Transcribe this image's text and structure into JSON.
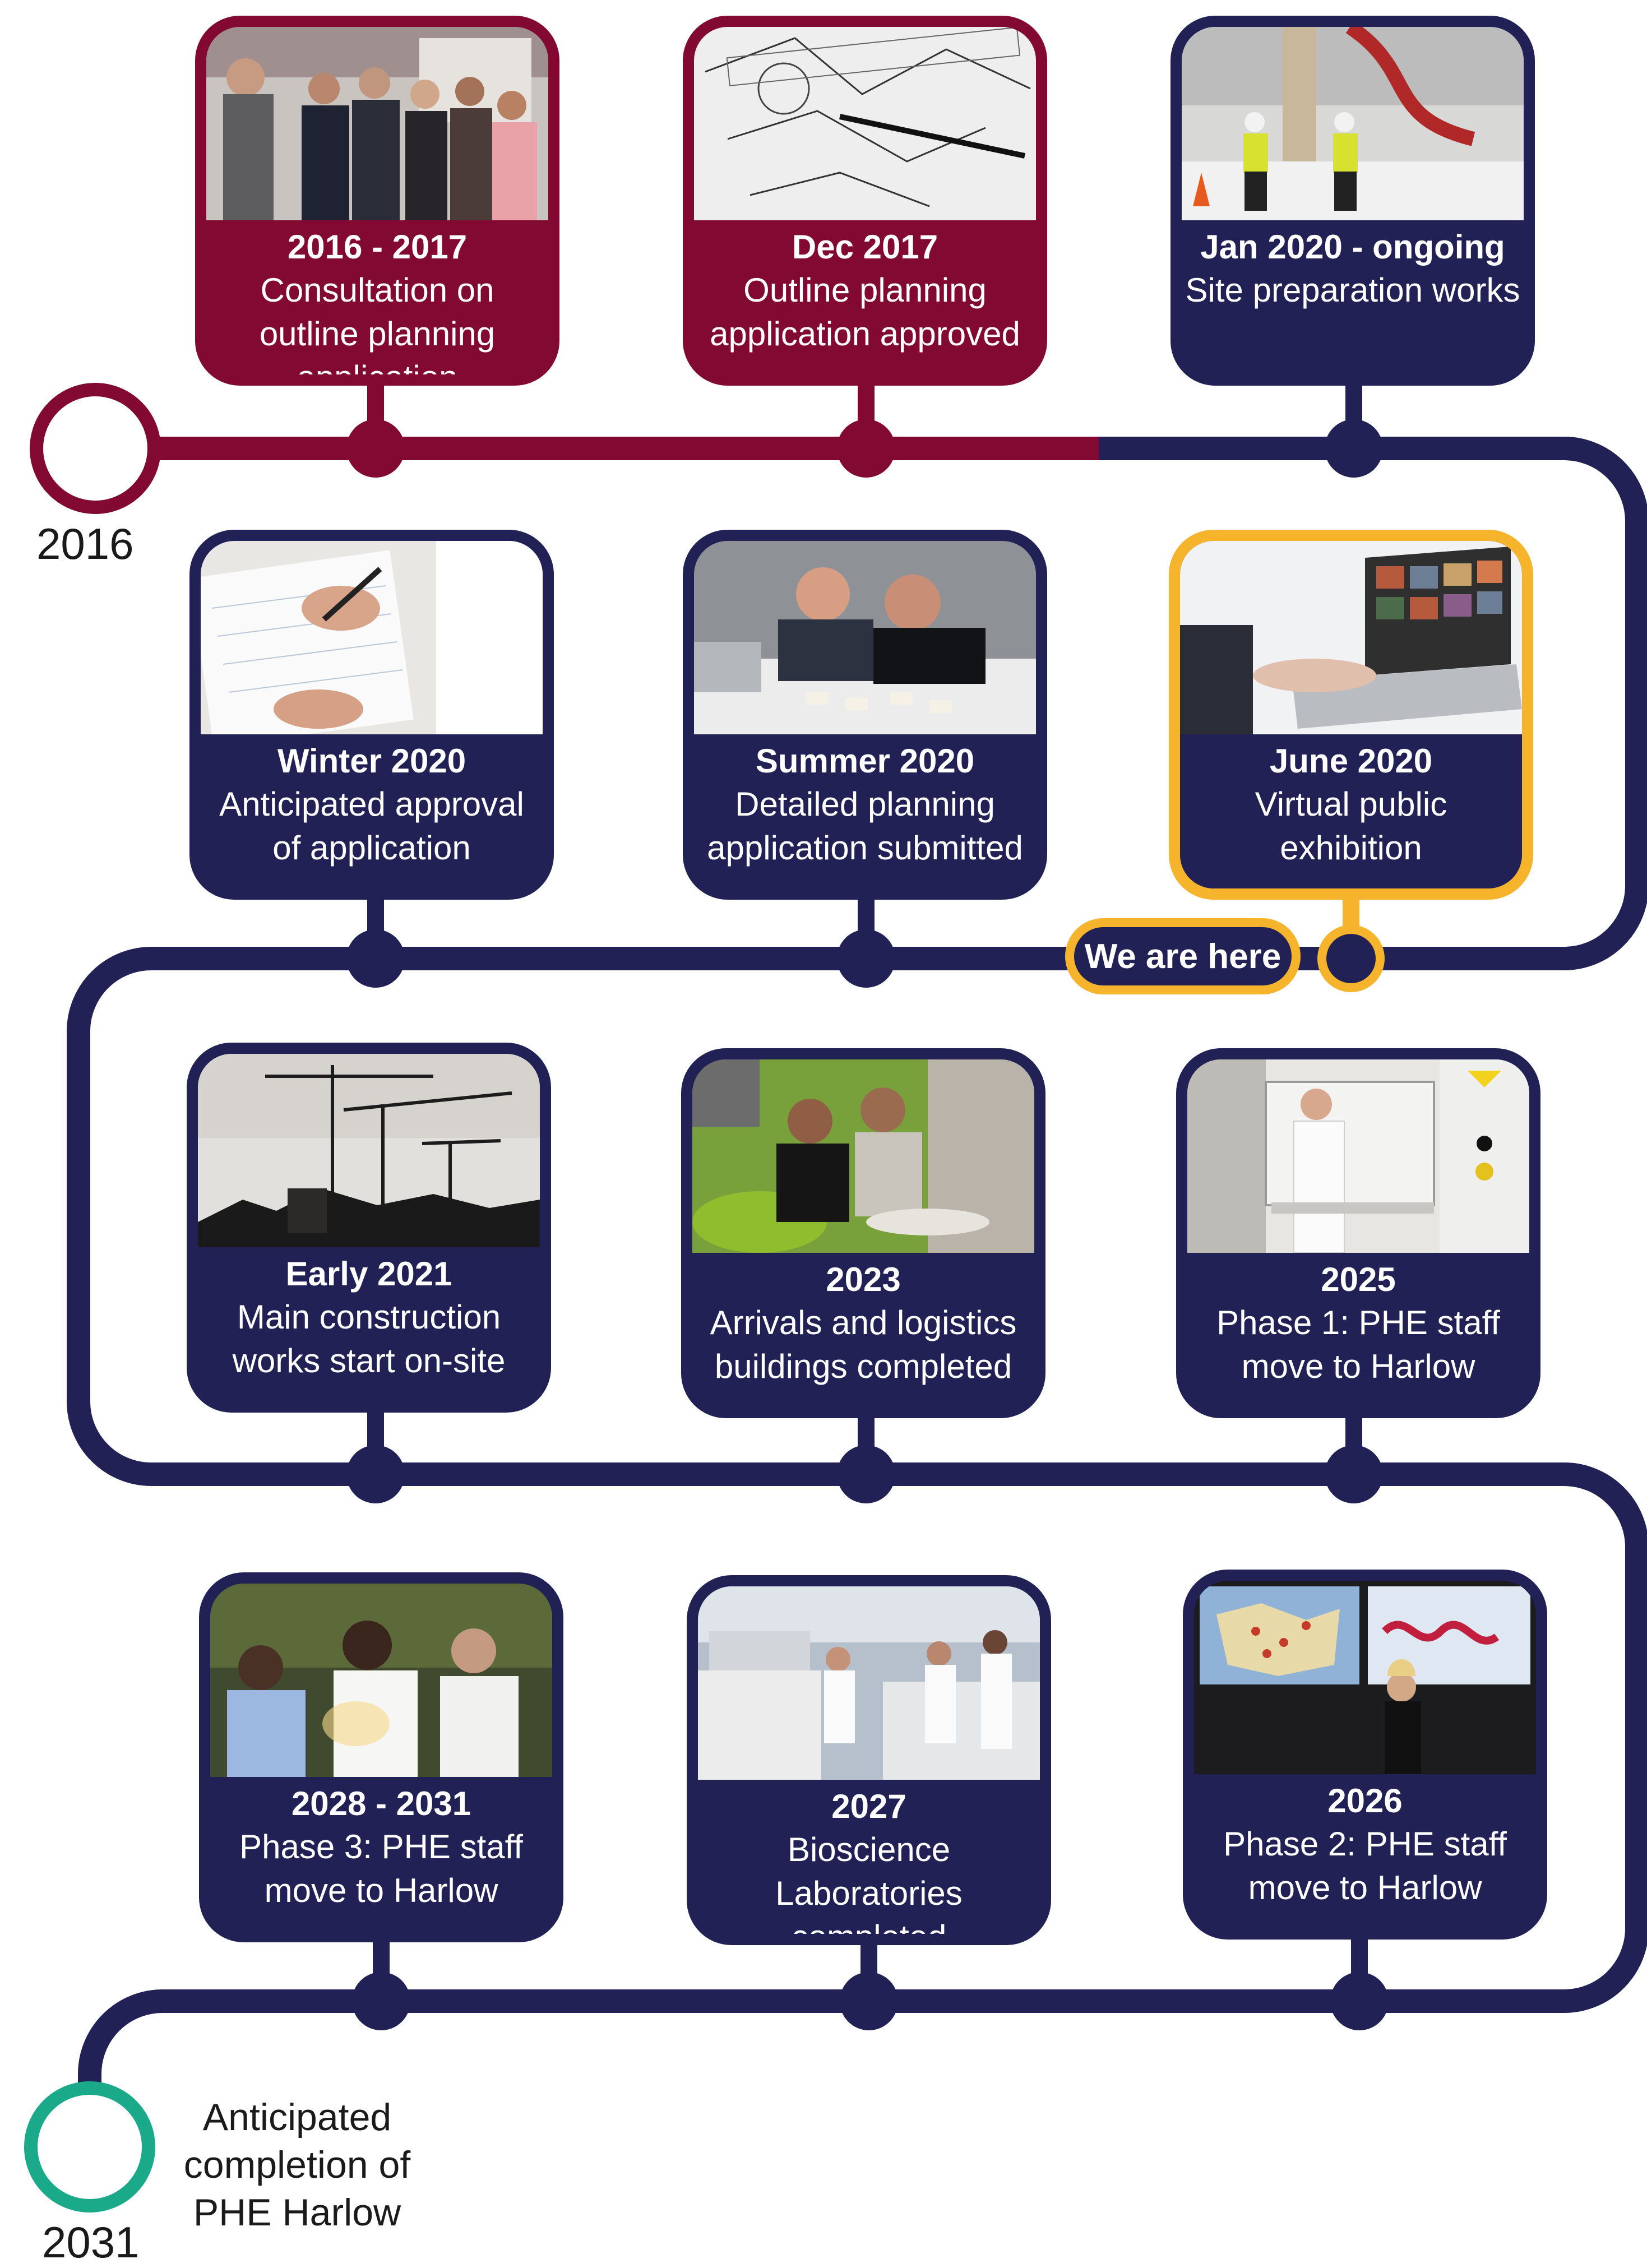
{
  "start_year": "2016",
  "end_year": "2031",
  "final_milestone": "Anticipated completion of PHE Harlow",
  "you_are_here": "We are here",
  "colors": {
    "past": "#820a32",
    "future": "#222155",
    "current": "#f6b42c",
    "completion": "#1aaa8a"
  },
  "milestones": [
    {
      "date": "2016 - 2017",
      "description": "Consultation on outline planning application",
      "status": "past",
      "image": "exhibition-visitors"
    },
    {
      "date": "Dec 2017",
      "description": "Outline planning application approved",
      "status": "past",
      "image": "architectural-sketch"
    },
    {
      "date": "Jan 2020 - ongoing",
      "description": "Site preparation works",
      "status": "future",
      "image": "site-workers"
    },
    {
      "date": "June 2020",
      "description": "Virtual public exhibition",
      "status": "current",
      "image": "laptop"
    },
    {
      "date": "Summer 2020",
      "description": "Detailed planning application submitted",
      "status": "future",
      "image": "planning-meeting"
    },
    {
      "date": "Winter 2020",
      "description": "Anticipated approval of application",
      "status": "future",
      "image": "writing-document"
    },
    {
      "date": "Early 2021",
      "description": "Main construction works start on-site",
      "status": "future",
      "image": "cranes"
    },
    {
      "date": "2023",
      "description": "Arrivals and logistics buildings completed",
      "status": "future",
      "image": "meeting-room"
    },
    {
      "date": "2025",
      "description": "Phase 1: PHE staff move to Harlow",
      "status": "future",
      "image": "laboratory"
    },
    {
      "date": "2026",
      "description": "Phase 2: PHE staff move to Harlow",
      "status": "future",
      "image": "presentation-screen"
    },
    {
      "date": "2027",
      "description": "Bioscience Laboratories completed",
      "status": "future",
      "image": "bioscience-lab"
    },
    {
      "date": "2028 - 2031",
      "description": "Phase 3: PHE staff move to Harlow",
      "status": "future",
      "image": "scientists"
    }
  ]
}
